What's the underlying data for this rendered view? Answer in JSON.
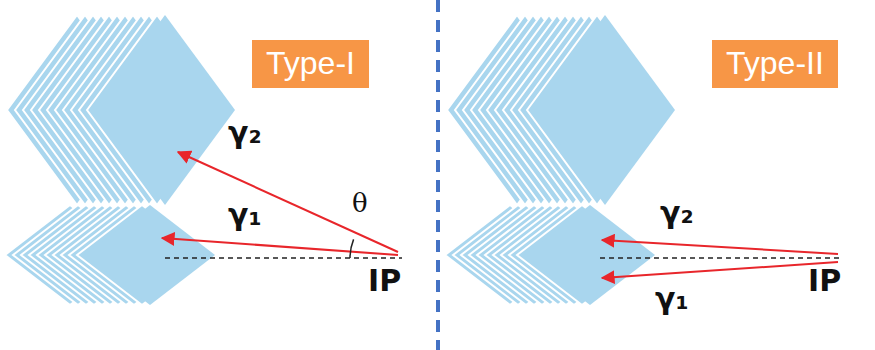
{
  "diagram": {
    "nodes": [
      {
        "text": [
          "Type-I"
        ]
      },
      {
        "text": [
          "Type-II"
        ]
      }
    ],
    "labels": [
      "γ₂",
      "γ₁",
      "θ",
      "IP",
      "γ₂",
      "γ₁",
      "IP"
    ]
  }
}
